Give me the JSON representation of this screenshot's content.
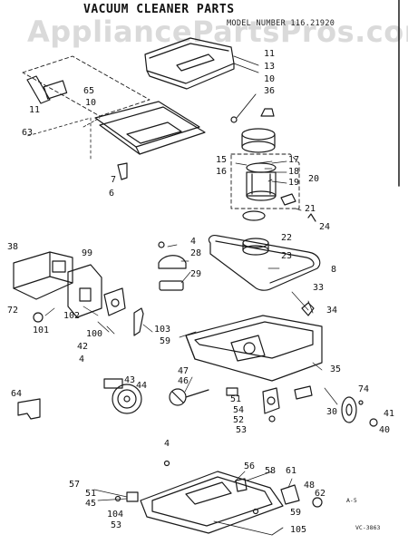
{
  "title": "VACUUM CLEANER PARTS",
  "model_text": "MODEL NUMBER 116.21920",
  "watermark": "AppliancePartsPros.com",
  "page_code": "A-5",
  "drawing_code": "VC-3863",
  "part_numbers": {
    "p11a": "11",
    "p13": "13",
    "p10a": "10",
    "p36": "36",
    "p11b": "11",
    "p65": "65",
    "p10b": "10",
    "p63": "63",
    "p7": "7",
    "p6": "6",
    "p15": "15",
    "p17": "17",
    "p18": "18",
    "p16": "16",
    "p19": "19",
    "p20": "20",
    "p21": "21",
    "p24": "24",
    "p22": "22",
    "p23": "23",
    "p8": "8",
    "p38": "38",
    "p99": "99",
    "p4a": "4",
    "p28": "28",
    "p29": "29",
    "p72": "72",
    "p102": "102",
    "p101": "101",
    "p100": "100",
    "p103": "103",
    "p59a": "59",
    "p33": "33",
    "p34": "34",
    "p35": "35",
    "p42": "42",
    "p4b": "4",
    "p43": "43",
    "p44": "44",
    "p47": "47",
    "p46": "46",
    "p64": "64",
    "p51a": "51",
    "p54": "54",
    "p52": "52",
    "p53a": "53",
    "p74": "74",
    "p30": "30",
    "p41": "41",
    "p40": "40",
    "p4c": "4",
    "p56": "56",
    "p58": "58",
    "p61": "61",
    "p48": "48",
    "p62": "62",
    "p59b": "59",
    "p57": "57",
    "p51b": "51",
    "p45": "45",
    "p104": "104",
    "p53b": "53",
    "p105": "105"
  }
}
